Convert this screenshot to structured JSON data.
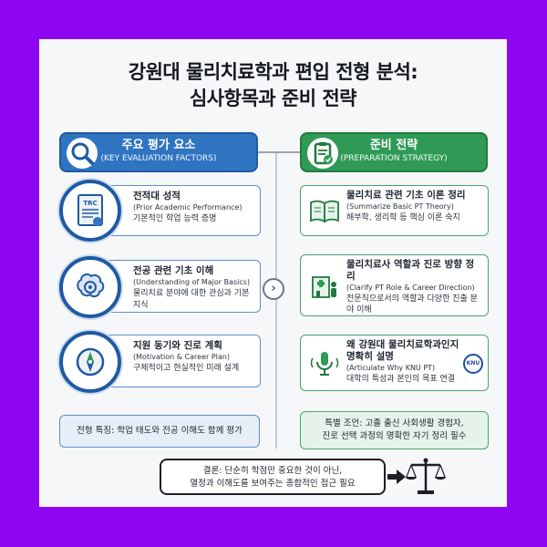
{
  "title": {
    "line1": "강원대 물리치료학과 편입 전형 분석:",
    "line2": "심사항목과 준비 전략"
  },
  "left": {
    "header_ko": "주요 평가 요소",
    "header_en": "(KEY EVALUATION FACTORS)",
    "items": [
      {
        "title": "전적대 성적",
        "en": "(Prior Academic Performance)",
        "desc": "기본적인 학업 능력 증명",
        "icon": "transcript-icon"
      },
      {
        "title": "전공 관련 기초 이해",
        "en": "(Understanding of Major Basics)",
        "desc": "물리치료 분야에 대한 관심과 기본 지식",
        "icon": "brain-gear-icon"
      },
      {
        "title": "지원 동기와 진로 계획",
        "en": "(Motivation & Career Plan)",
        "desc": "구체적이고 현실적인 미래 설계",
        "icon": "compass-icon"
      }
    ],
    "footer": "전형 특징: 학업 태도와 전공 이해도 함께 평가"
  },
  "right": {
    "header_ko": "준비 전략",
    "header_en": "(PREPARATION STRATEGY)",
    "items": [
      {
        "title": "물리치료 관련 기초 이론 정리",
        "en": "(Summarize Basic PT Theory)",
        "desc": "해부학, 생리학 등 핵심 이론 숙지",
        "icon": "book-icon"
      },
      {
        "title": "물리치료사 역할과 진로 방향 정리",
        "en": "(Clarify PT Role & Career Direction)",
        "desc": "전문직으로서의 역할과 다양한 진출 분야 이해",
        "icon": "hospital-icon"
      },
      {
        "title": "왜 강원대 물리치료학과인지 명확히 설명",
        "en": "(Articulate Why KNU PT)",
        "desc": "대학의 특성과 본인의 목표 연결",
        "icon": "microphone-icon",
        "badge": "KNU"
      }
    ],
    "footer_line1": "특별 조언: 고졸 출신 사회생활 경험자,",
    "footer_line2": "진로 선택 과정의 명확한 자기 정리 필수"
  },
  "conclusion": {
    "line1": "결론: 단순히 학점만 중요한 것이 아닌,",
    "line2": "열정과 이해도를 보여주는 종합적인 접근 필요"
  },
  "colors": {
    "frame": "#8f06f1",
    "blue": "#2f74c1",
    "green": "#2f9a55"
  }
}
